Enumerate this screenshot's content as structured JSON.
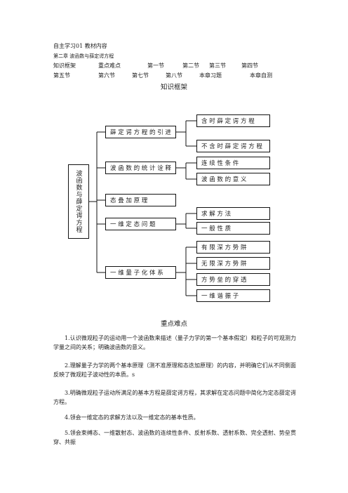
{
  "header": {
    "line1": "自主学习01   教材内容",
    "line2": "第二章  波函数与薛定谔方程"
  },
  "nav": {
    "row1": [
      "知识框架",
      "重点难点",
      "第一节",
      "第二节",
      "第三节",
      "第四节"
    ],
    "row2": [
      "第五节",
      "第六节",
      "第七节",
      "第八节",
      "本章习题",
      "本章自测"
    ]
  },
  "framework": {
    "title": "知识框架",
    "root": "波函数与薛定谔方程",
    "branches": [
      {
        "label": "薛 定 谔 方 程 的 引 进",
        "children": [
          "含 时 薛 定 谔 方 程",
          "不 含 时 薛 定 谔 方 程"
        ]
      },
      {
        "label": "波 函 数 的 统 计 诠 释",
        "children": [
          "连    续    性    条    件",
          "波    函    数    的    意    义"
        ]
      },
      {
        "label": "态    叠    加    原    理",
        "children": []
      },
      {
        "label": "一   维   定   态   问   题",
        "children": [
          "求       解       方       法",
          "一       般       性       质"
        ]
      },
      {
        "label": "一 维 量 子 化 体 系",
        "children": [
          "有  限  深  方  势  阱",
          "无  限  深  方  势  阱",
          "方   势   垒   的   穿   透",
          "一     维     谐     振     子"
        ]
      }
    ]
  },
  "key_points": {
    "title": "重点难点",
    "items": [
      "1.认识微观粒子的运动用一个波函数来描述（量子力学的第一个基本假定）和粒子的可观测力学量之间的关系；明确波函数的意义。",
      "2.理解量子力学的两个基本原理（测不准原理和态迭加原理）的内容，并明确它们从不同侧面反映了微观粒子波动性的本质。s",
      "3.明确微观粒子运动所满足的基本方程是薛定谔方程，其求解在定态问题中简化为定态薛定谔方程。",
      "4.领会一维定态的求解方法以及一维定态的基本性质。",
      "5.领会束缚态、一维散射态、波函数的连续性条件、反射系数、透射系数、完全透射、势垒贯穿、共振"
    ]
  }
}
